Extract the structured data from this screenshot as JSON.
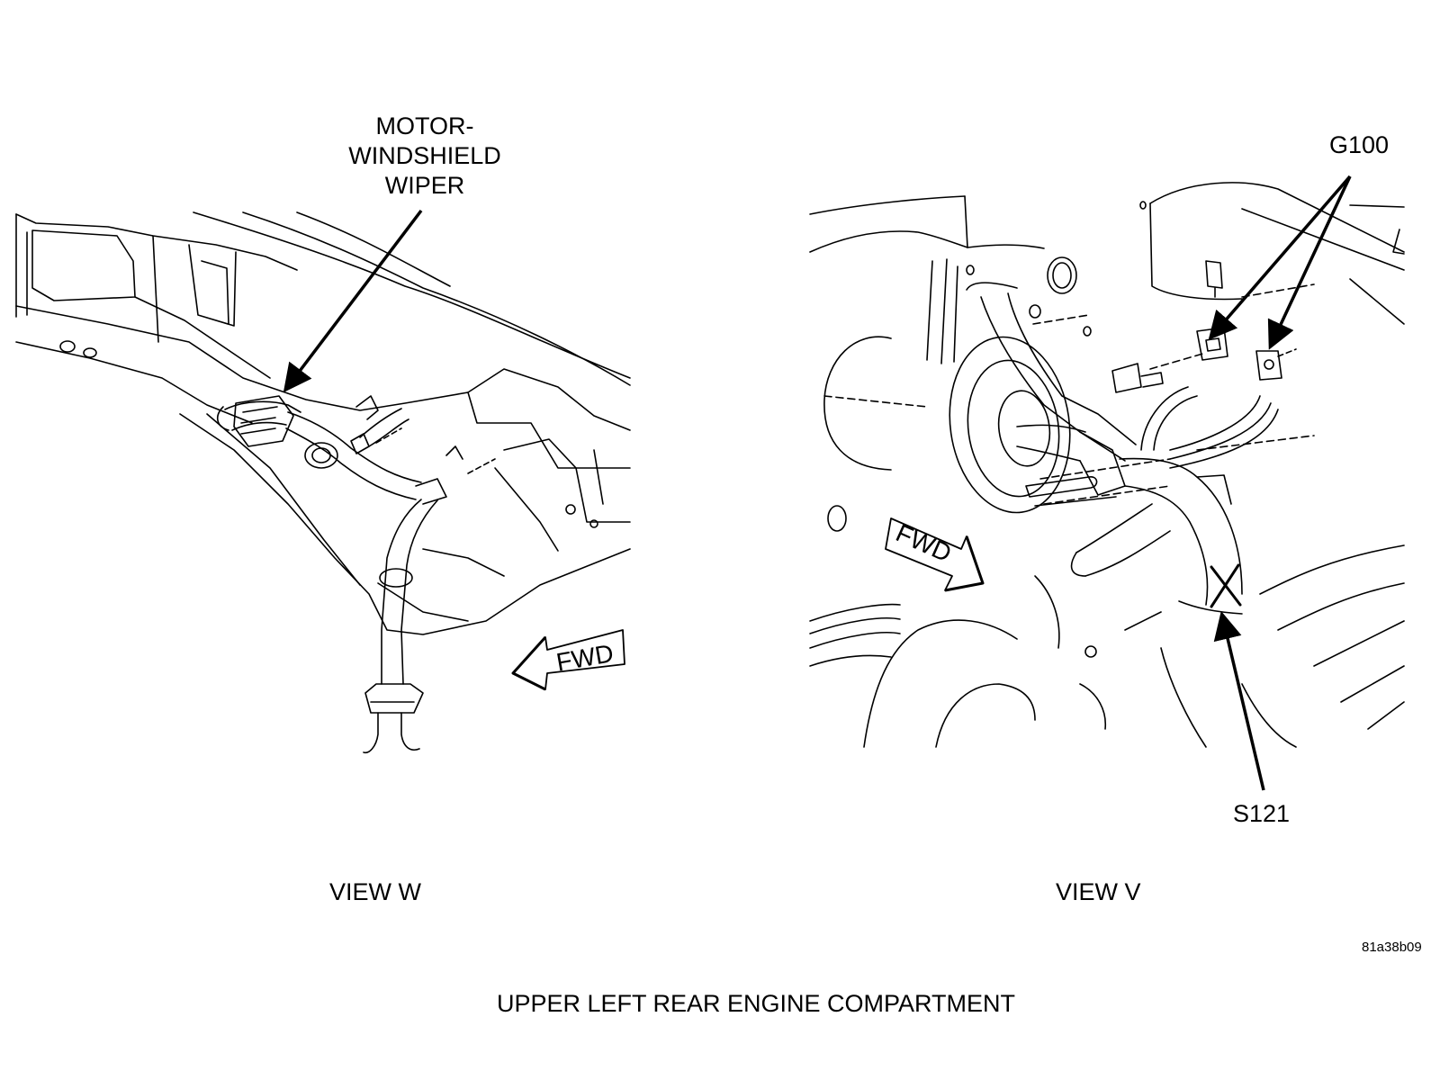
{
  "callouts": {
    "motor_windshield_wiper": [
      "MOTOR-",
      "WINDSHIELD",
      "WIPER"
    ],
    "g100": "G100",
    "s121": "S121"
  },
  "views": {
    "left": "VIEW W",
    "right": "VIEW V"
  },
  "direction_marker": "FWD",
  "figure_code": "81a38b09",
  "caption": "UPPER LEFT REAR ENGINE COMPARTMENT",
  "colors": {
    "ink": "#000000",
    "paper": "#ffffff"
  }
}
